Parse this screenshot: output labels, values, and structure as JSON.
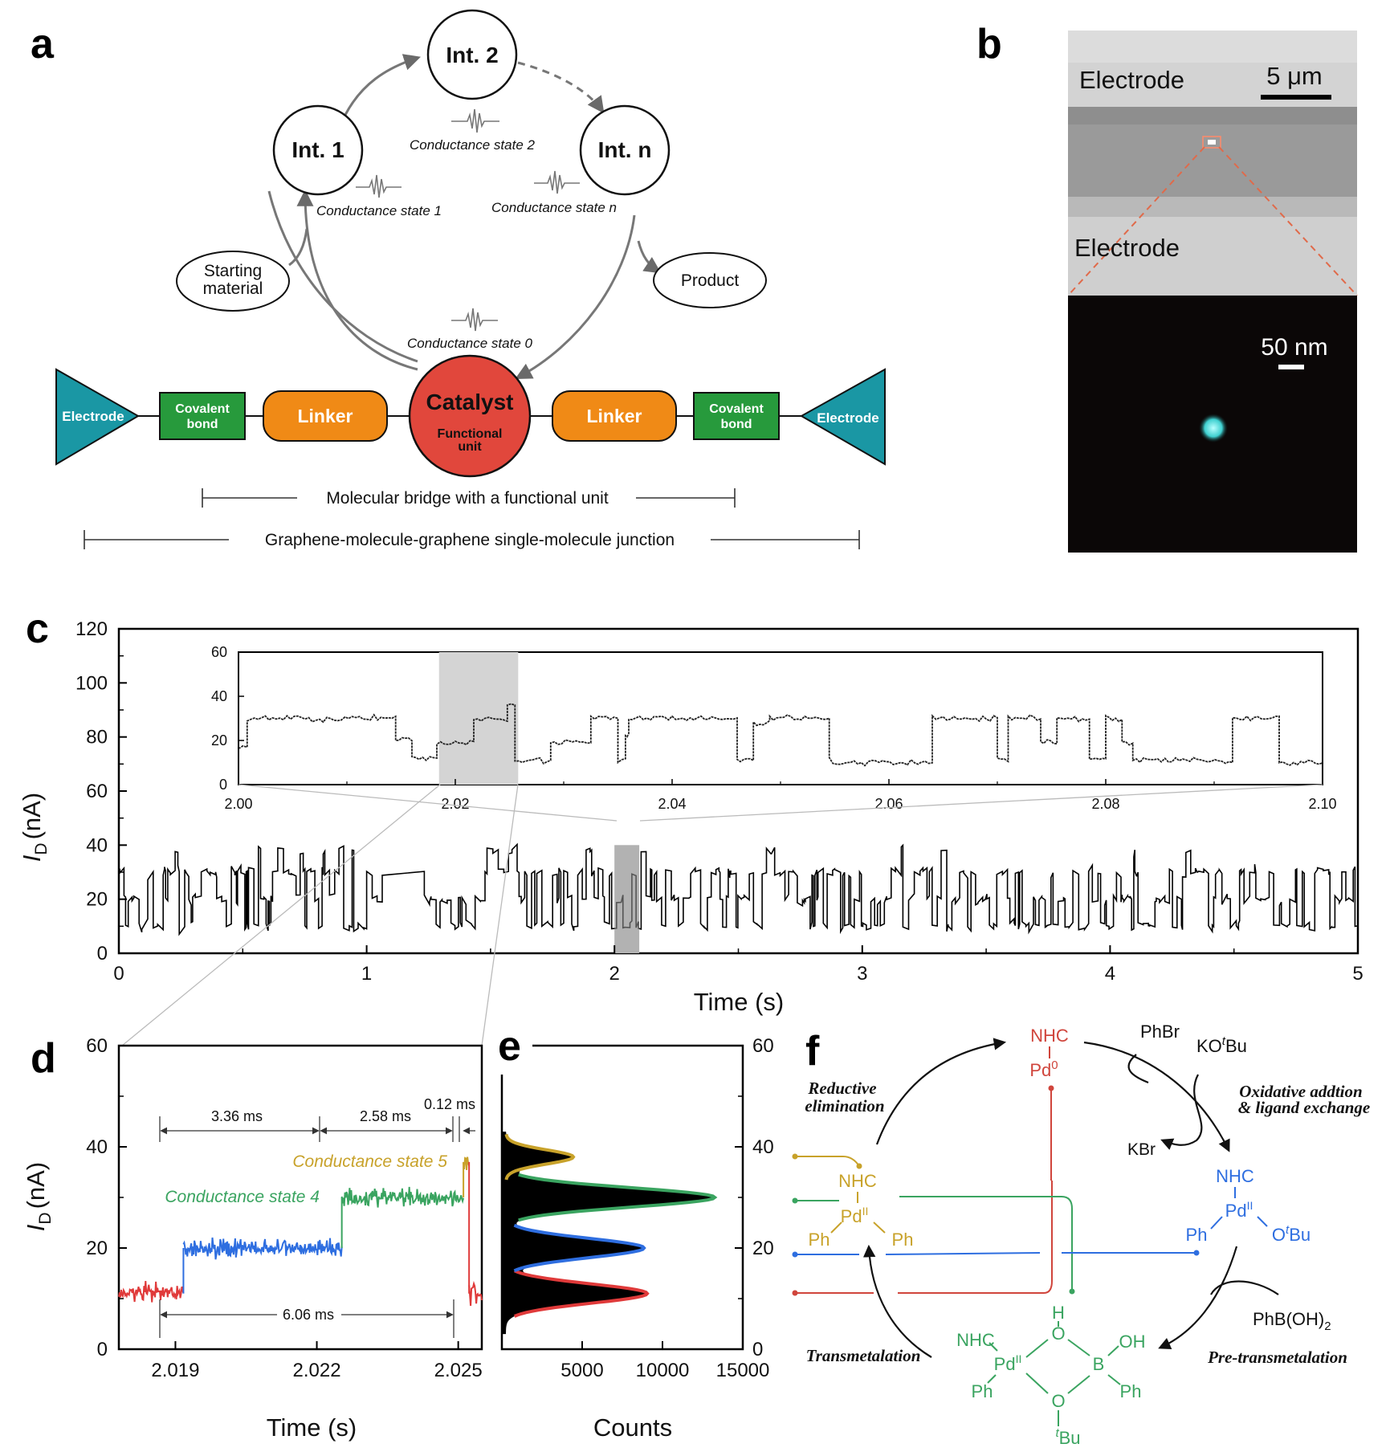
{
  "panel_labels": {
    "a": "a",
    "b": "b",
    "c": "c",
    "d": "d",
    "e": "e",
    "f": "f"
  },
  "panel_a": {
    "intermediates": [
      "Int. 1",
      "Int. 2",
      "Int. n"
    ],
    "states": [
      "Conductance state 1",
      "Conductance state 2",
      "Conductance state n",
      "Conductance state 0"
    ],
    "starting_material": [
      "Starting",
      "material"
    ],
    "product": "Product",
    "catalyst": "Catalyst",
    "functional_unit": [
      "Functional",
      "unit"
    ],
    "electrode": "Electrode",
    "covalent_bond": [
      "Covalent",
      "bond"
    ],
    "linker": "Linker",
    "bridge_label": "Molecular bridge with a functional unit",
    "junction_label": "Graphene-molecule-graphene single-molecule junction"
  },
  "panel_b": {
    "electrode_top": "Electrode",
    "electrode_bottom": "Electrode",
    "scale_top": "5 μm",
    "scale_bottom": "50 nm"
  },
  "panel_c": {
    "ylabel_main": "I",
    "ylabel_sub": "D",
    "ylabel_unit": "(nA)",
    "xlabel": "Time (s)"
  },
  "panel_d": {
    "ylabel_main": "I",
    "ylabel_sub": "D",
    "ylabel_unit": "(nA)",
    "xlabel": "Time (s)",
    "dur1": "3.36 ms",
    "dur2": "2.58 ms",
    "dur3": "0.12 ms",
    "total": "6.06 ms",
    "state5": "Conductance state 5",
    "state4": "Conductance state 4"
  },
  "panel_e": {
    "xlabel": "Counts"
  },
  "panel_f": {
    "top_ligand": "NHC",
    "top_metal": "Pd",
    "top_ox": "0",
    "reagent1": "PhBr",
    "reagent2_a": "KO",
    "reagent2_sup": "t",
    "reagent2_b": "Bu",
    "byproduct": "KBr",
    "oxadd_1": "Oxidative addtion",
    "oxadd_2": "& ligand exchange",
    "redel_1": "Reductive",
    "redel_2": "elimination",
    "transmet": "Transmetalation",
    "pretrans": "Pre-transmetalation",
    "boronic": "PhB(OH)",
    "boronic_sub": "2",
    "nhc": "NHC",
    "pd": "Pd",
    "pd2": "II",
    "ph": "Ph",
    "o": "O",
    "h": "H",
    "b": "B",
    "oh": "OH",
    "tbu_sup": "t",
    "tbu": "Bu"
  },
  "chart_data": [
    {
      "type": "line",
      "panel": "c",
      "xlabel": "Time (s)",
      "ylabel": "I_D (nA)",
      "xlim": [
        0,
        5
      ],
      "ylim": [
        0,
        120
      ],
      "xticks": [
        0,
        1,
        2,
        3,
        4,
        5
      ],
      "yticks": [
        0,
        20,
        40,
        60,
        80,
        100,
        120
      ],
      "levels_nA": [
        10,
        20,
        30,
        38
      ],
      "highlight_x": [
        2.0,
        2.1
      ],
      "series": [
        {
          "color": "#000000"
        }
      ]
    },
    {
      "type": "line",
      "panel": "c-inset",
      "xlim": [
        2.0,
        2.1
      ],
      "ylim": [
        0,
        60
      ],
      "xticks": [
        2.0,
        2.02,
        2.04,
        2.06,
        2.08,
        2.1
      ],
      "yticks": [
        0,
        20,
        40,
        60
      ],
      "highlight_x": [
        2.0185,
        2.0258
      ],
      "segments": [
        [
          2.0,
          2.0008,
          17
        ],
        [
          2.0008,
          2.0145,
          30
        ],
        [
          2.0145,
          2.016,
          20
        ],
        [
          2.016,
          2.0183,
          12
        ],
        [
          2.0183,
          2.0217,
          19
        ],
        [
          2.0217,
          2.0248,
          30
        ],
        [
          2.0248,
          2.0255,
          37
        ],
        [
          2.0255,
          2.0288,
          11
        ],
        [
          2.0288,
          2.0325,
          19
        ],
        [
          2.0325,
          2.035,
          30
        ],
        [
          2.035,
          2.0357,
          11
        ],
        [
          2.0357,
          2.036,
          22
        ],
        [
          2.036,
          2.046,
          30
        ],
        [
          2.046,
          2.0475,
          11
        ],
        [
          2.0475,
          2.049,
          28
        ],
        [
          2.049,
          2.0545,
          30
        ],
        [
          2.0545,
          2.064,
          10
        ],
        [
          2.064,
          2.07,
          30
        ],
        [
          2.07,
          2.071,
          12
        ],
        [
          2.071,
          2.074,
          30
        ],
        [
          2.074,
          2.0755,
          19
        ],
        [
          2.0755,
          2.0785,
          30
        ],
        [
          2.0785,
          2.08,
          12
        ],
        [
          2.08,
          2.0815,
          30
        ],
        [
          2.0815,
          2.0825,
          19
        ],
        [
          2.0825,
          2.0917,
          11
        ],
        [
          2.0917,
          2.096,
          30
        ],
        [
          2.096,
          2.1,
          10
        ]
      ]
    },
    {
      "type": "line",
      "panel": "d",
      "xlabel": "Time (s)",
      "ylabel": "I_D (nA)",
      "xlim": [
        2.0178,
        2.0255
      ],
      "ylim": [
        0,
        60
      ],
      "xticks": [
        2.019,
        2.022,
        2.025
      ],
      "yticks": [
        0,
        20,
        40,
        60
      ],
      "series": [
        {
          "name": "Conductance state 4",
          "color": "#3aa460",
          "x_range": [
            2.02253,
            2.02511
          ],
          "level": 30
        },
        {
          "name": "Conductance state 5",
          "color": "#c8a22a",
          "x_range": [
            2.02511,
            2.02523
          ],
          "level": 37
        },
        {
          "color": "#2e6ee0",
          "x_range": [
            2.01917,
            2.02253
          ],
          "level": 20
        },
        {
          "color": "#e03a3a",
          "x_range": [
            2.0178,
            2.01917
          ],
          "level": 11
        },
        {
          "color": "#e03a3a",
          "x_range": [
            2.02523,
            2.0255
          ],
          "level": 11
        }
      ]
    },
    {
      "type": "area",
      "panel": "e",
      "xlabel": "Counts",
      "xlim": [
        0,
        15000
      ],
      "ylim": [
        0,
        60
      ],
      "xticks": [
        5000,
        10000,
        15000
      ],
      "yticks": [
        0,
        20,
        40,
        60
      ],
      "peaks": [
        {
          "color": "#e03a3a",
          "center_nA": 11,
          "counts": 8800
        },
        {
          "color": "#2e6ee0",
          "center_nA": 20,
          "counts": 8600
        },
        {
          "color": "#3aa460",
          "center_nA": 30,
          "counts": 13000
        },
        {
          "color": "#c8a22a",
          "center_nA": 38,
          "counts": 4200
        }
      ]
    }
  ]
}
